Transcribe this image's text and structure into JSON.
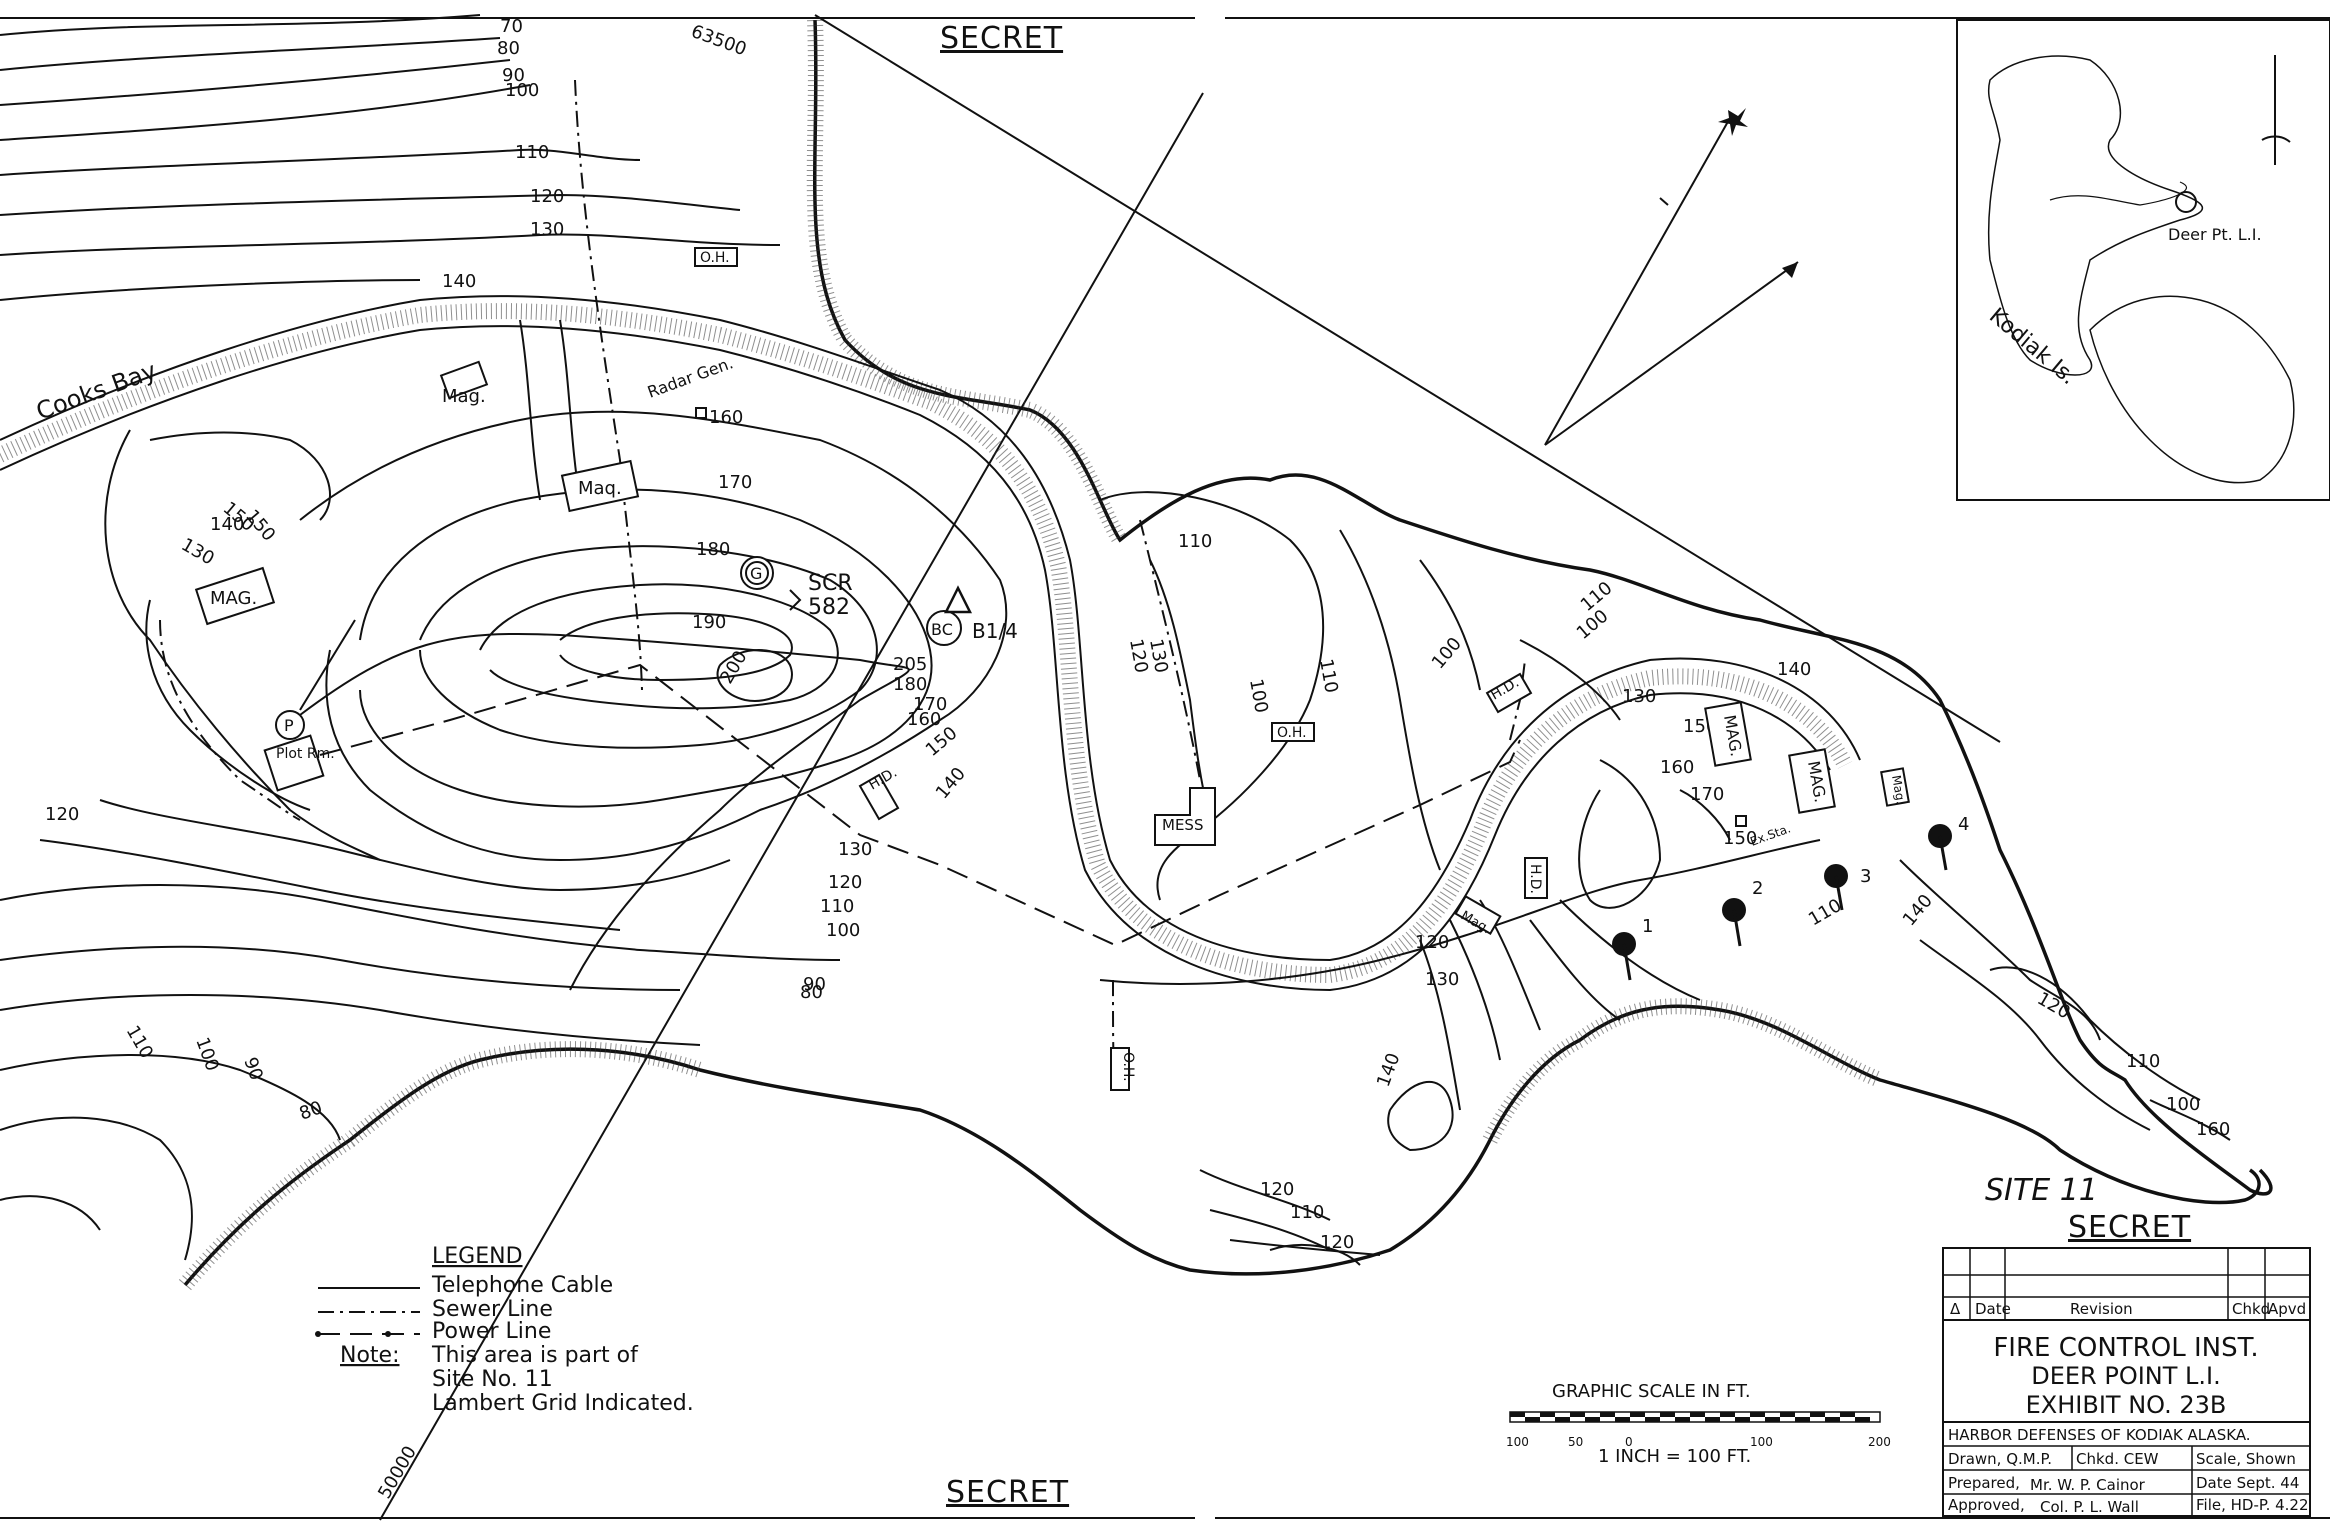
{
  "security_marking": "SECRET",
  "place_labels": {
    "bay": "Cooks Bay",
    "inset_point": "Deer Pt. L.I.",
    "inset_island": "Kodiak Is."
  },
  "site_label": "SITE 11",
  "structures": {
    "mag_1": "Mag.",
    "mag_2": "Maq.",
    "mag_3": "MAG.",
    "mag_4": "MAG.",
    "mag_5": "MAG.",
    "mag_6": "Mag.",
    "mag_7": "Mag.",
    "radar": "Radar Gen.",
    "oh_1": "O.H.",
    "oh_2": "O.H.",
    "oh_3": "O.H.",
    "hd_1": "H.D.",
    "hd_2": "H.D.",
    "hd_3": "H.D.",
    "mess": "MESS",
    "plot_rm": "Plot Rm.",
    "p_symbol": "P",
    "g_symbol": "G",
    "scr": "SCR",
    "scr_num": "582",
    "bc": "BC",
    "bc_num": "B1/4",
    "ex_sta": "Ex.Sta."
  },
  "gun_positions": [
    "1",
    "2",
    "3",
    "4"
  ],
  "grid_labels": [
    "63500",
    "50000"
  ],
  "contour_labels": [
    "70",
    "80",
    "90",
    "100",
    "110",
    "120",
    "130",
    "140",
    "150",
    "160",
    "170",
    "180",
    "190",
    "200",
    "205",
    "180",
    "170",
    "160",
    "150",
    "140",
    "130",
    "120",
    "110",
    "100",
    "90",
    "80",
    "110",
    "100",
    "90",
    "80",
    "150",
    "140",
    "130",
    "120",
    "110",
    "100",
    "130",
    "120",
    "110",
    "100",
    "110",
    "100",
    "150",
    "160",
    "170",
    "150",
    "140",
    "140",
    "130",
    "120",
    "110",
    "100",
    "160",
    "110",
    "120",
    "130",
    "140",
    "120",
    "110",
    "120"
  ],
  "legend": {
    "title": "LEGEND",
    "items": [
      {
        "label": "Telephone Cable",
        "style": "solid"
      },
      {
        "label": "Sewer Line",
        "style": "dash-dot"
      },
      {
        "label": "Power Line",
        "style": "dashed-dot"
      }
    ],
    "note_label": "Note:",
    "note_lines": [
      "This area is part of",
      "Site No. 11",
      "Lambert Grid Indicated."
    ]
  },
  "scale": {
    "title": "GRAPHIC SCALE IN FT.",
    "ticks": [
      "100",
      "50",
      "0",
      "100",
      "200"
    ],
    "ratio": "1 INCH = 100 FT."
  },
  "title_block": {
    "header": [
      "Δ",
      "Date",
      "Revision",
      "Chkd",
      "Apvd"
    ],
    "title_lines": [
      "FIRE CONTROL INST.",
      "DEER POINT L.I.",
      "EXHIBIT NO. 23B"
    ],
    "org": "HARBOR DEFENSES OF KODIAK ALASKA.",
    "drawn": "Drawn, Q.M.P.",
    "checked": "Chkd. CEW",
    "scale_cell": "Scale, Shown",
    "prepared": "Prepared,",
    "prepared_by": "Mr. W. P. Cainor",
    "date_cell": "Date Sept. 44",
    "approved": "Approved,",
    "approved_by": "Col. P. L. Wall",
    "file_cell": "File, HD-P. 4.22"
  }
}
